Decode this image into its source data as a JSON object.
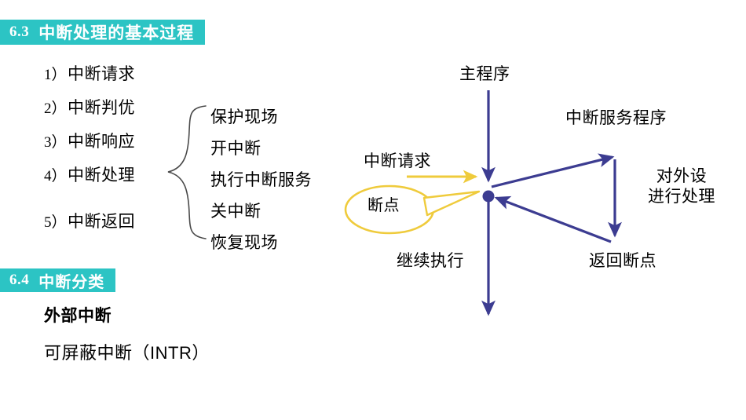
{
  "slide": {
    "background": "#ffffff",
    "accent_teal": "#2CC4C4",
    "navy": "#3C3C91",
    "yellow": "#EFCB3C"
  },
  "sections": {
    "s63": {
      "number": "6.3",
      "title": "中断处理的基本过程"
    },
    "s64": {
      "number": "6.4",
      "title": "中断分类"
    }
  },
  "steps": [
    {
      "index": "1）",
      "label": "中断请求"
    },
    {
      "index": "2）",
      "label": "中断判优"
    },
    {
      "index": "3）",
      "label": "中断响应"
    },
    {
      "index": "4）",
      "label": "中断处理"
    },
    {
      "index": "5）",
      "label": "中断返回"
    }
  ],
  "substeps": [
    {
      "label": "保护现场"
    },
    {
      "label": "开中断"
    },
    {
      "label": "执行中断服务"
    },
    {
      "label": "关中断"
    },
    {
      "label": "恢复现场"
    }
  ],
  "classification": {
    "heading": "外部中断",
    "item": "可屏蔽中断（INTR）"
  },
  "diagram": {
    "labels": {
      "main_program": "主程序",
      "interrupt_service_routine": "中断服务程序",
      "interrupt_request": "中断请求",
      "device_handling_line1": "对外设",
      "device_handling_line2": "进行处理",
      "breakpoint": "断点",
      "continue_execution": "继续执行",
      "return_to_breakpoint": "返回断点"
    }
  }
}
